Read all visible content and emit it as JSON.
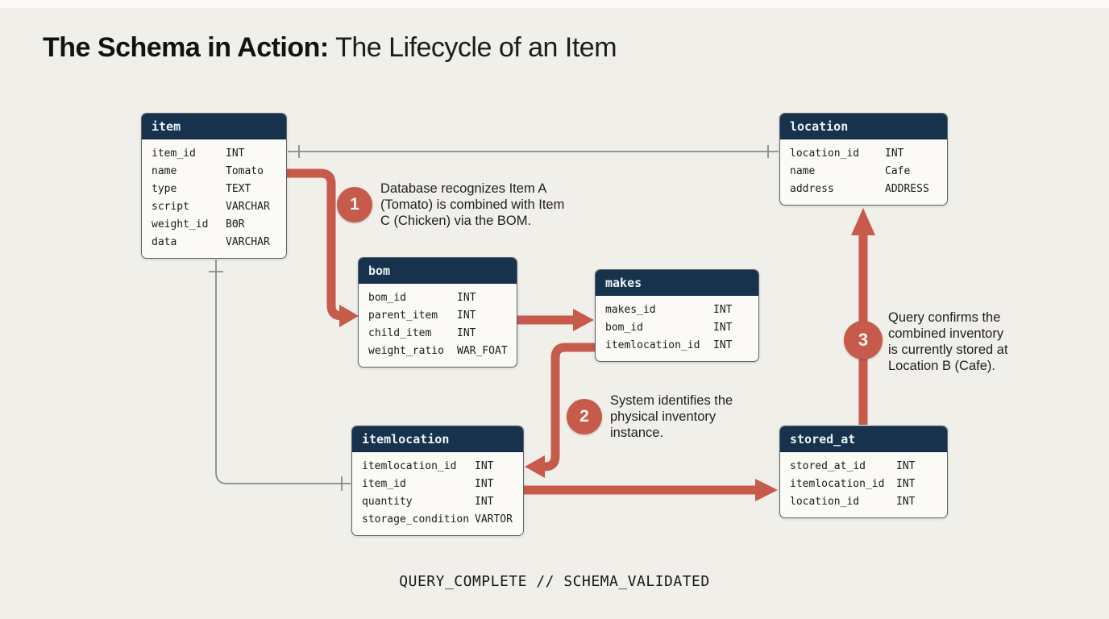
{
  "title": {
    "bold": "The Schema in Action:",
    "regular": " The Lifecycle of an Item"
  },
  "colors": {
    "background": "#f1efe9",
    "table_header_navy": "#16324c",
    "table_body": "#fbfaf6",
    "arrow_red": "#c65a4b",
    "connector_gray": "#8a8a8a",
    "text_dark": "#1b1b1b"
  },
  "tables": {
    "item": {
      "title": "item",
      "rows": [
        {
          "field": "item_id",
          "type": "INT"
        },
        {
          "field": "name",
          "type": "Tomato"
        },
        {
          "field": "type",
          "type": "TEXT"
        },
        {
          "field": "script",
          "type": "VARCHAR"
        },
        {
          "field": "weight_id",
          "type": "BΘR"
        },
        {
          "field": "data",
          "type": "VARCHAR"
        }
      ]
    },
    "location": {
      "title": "location",
      "rows": [
        {
          "field": "location_id",
          "type": "INT"
        },
        {
          "field": "name",
          "type": "Cafe"
        },
        {
          "field": "address",
          "type": "ADDRESS"
        }
      ]
    },
    "bom": {
      "title": "bom",
      "rows": [
        {
          "field": "bom_id",
          "type": "INT"
        },
        {
          "field": "parent_item",
          "type": "INT"
        },
        {
          "field": "child_item",
          "type": "INT"
        },
        {
          "field": "weight_ratio",
          "type": "WAR_FOAT"
        }
      ]
    },
    "makes": {
      "title": "makes",
      "rows": [
        {
          "field": "makes_id",
          "type": "INT"
        },
        {
          "field": "bom_id",
          "type": "INT"
        },
        {
          "field": "itemlocation_id",
          "type": "INT"
        }
      ]
    },
    "itemlocation": {
      "title": "itemlocation",
      "rows": [
        {
          "field": "itemlocation_id",
          "type": "INT"
        },
        {
          "field": "item_id",
          "type": "INT"
        },
        {
          "field": "quantity",
          "type": "INT"
        },
        {
          "field": "storage_condition",
          "type": "VARTOR"
        }
      ]
    },
    "stored_at": {
      "title": "stored_at",
      "rows": [
        {
          "field": "stored_at_id",
          "type": "INT"
        },
        {
          "field": "itemlocation_id",
          "type": "INT"
        },
        {
          "field": "location_id",
          "type": "INT"
        }
      ]
    }
  },
  "steps": [
    {
      "number": "1",
      "lines": [
        "Database recognizes Item A",
        "(Tomato) is combined with Item",
        "C (Chicken) via the BOM."
      ]
    },
    {
      "number": "2",
      "lines": [
        "System identifies the",
        "physical inventory",
        "instance."
      ]
    },
    {
      "number": "3",
      "lines": [
        "Query confirms the",
        "combined inventory",
        "is currently stored at",
        "Location B (Cafe)."
      ]
    }
  ],
  "footer": "QUERY_COMPLETE // SCHEMA_VALIDATED"
}
